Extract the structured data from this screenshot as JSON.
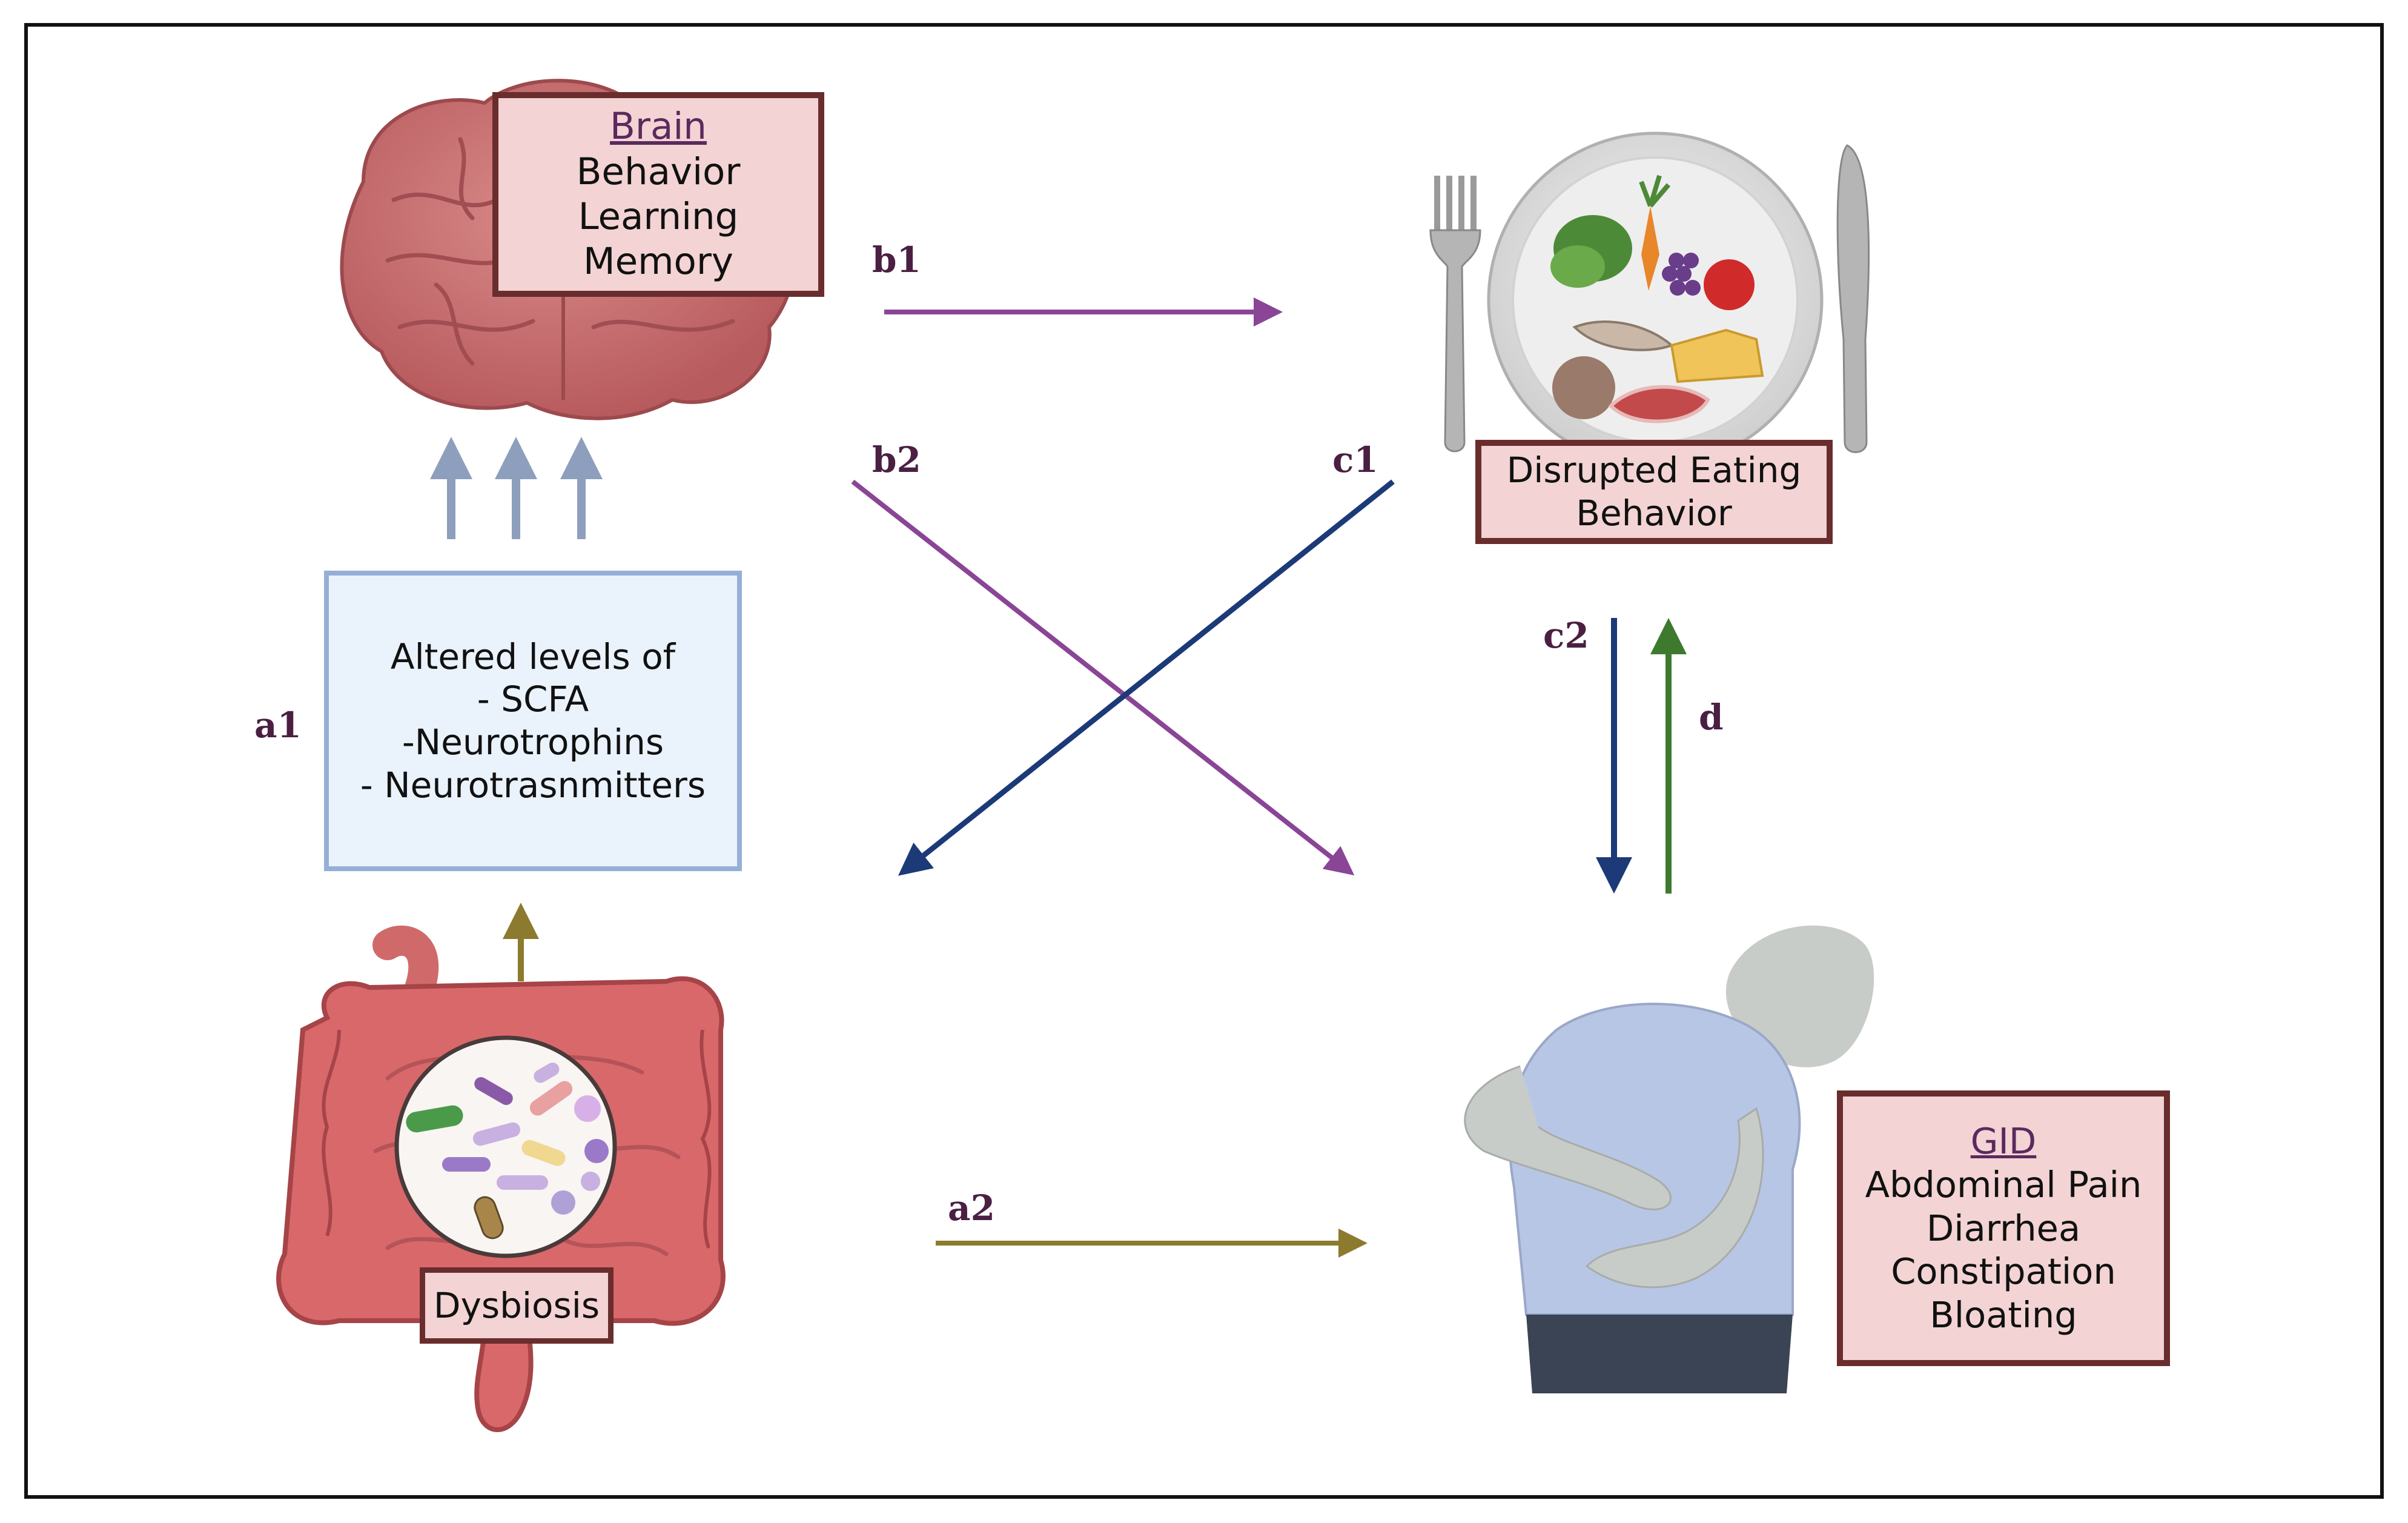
{
  "brain_box": {
    "title": "Brain",
    "lines": [
      "Behavior",
      "Learning",
      "Memory"
    ]
  },
  "eating_box": {
    "lines": [
      "Disrupted Eating",
      "Behavior"
    ]
  },
  "metabolite_box": {
    "lines": [
      "Altered levels of",
      "- SCFA",
      "-Neurotrophins",
      "- Neurotrasnmitters"
    ]
  },
  "dysbiosis_box": {
    "label": "Dysbiosis"
  },
  "gid_box": {
    "title": "GID",
    "lines": [
      "Abdominal Pain",
      "Diarrhea",
      "Constipation",
      "Bloating"
    ]
  },
  "arrow_labels": {
    "a1": "a1",
    "a2": "a2",
    "b1": "b1",
    "b2": "b2",
    "c1": "c1",
    "c2": "c2",
    "d": "d"
  },
  "colors": {
    "b_arrows": "#8a4596",
    "c_arrows": "#1c3a78",
    "d_arrow": "#3d7a2e",
    "a_arrows": "#8c7a2e",
    "up_arrows": "#8e9fbd"
  },
  "icons": [
    "brain-icon",
    "plate-with-food-icon",
    "fork-icon",
    "knife-icon",
    "intestine-icon",
    "bacteria-icon",
    "person-abdominal-pain-icon"
  ]
}
